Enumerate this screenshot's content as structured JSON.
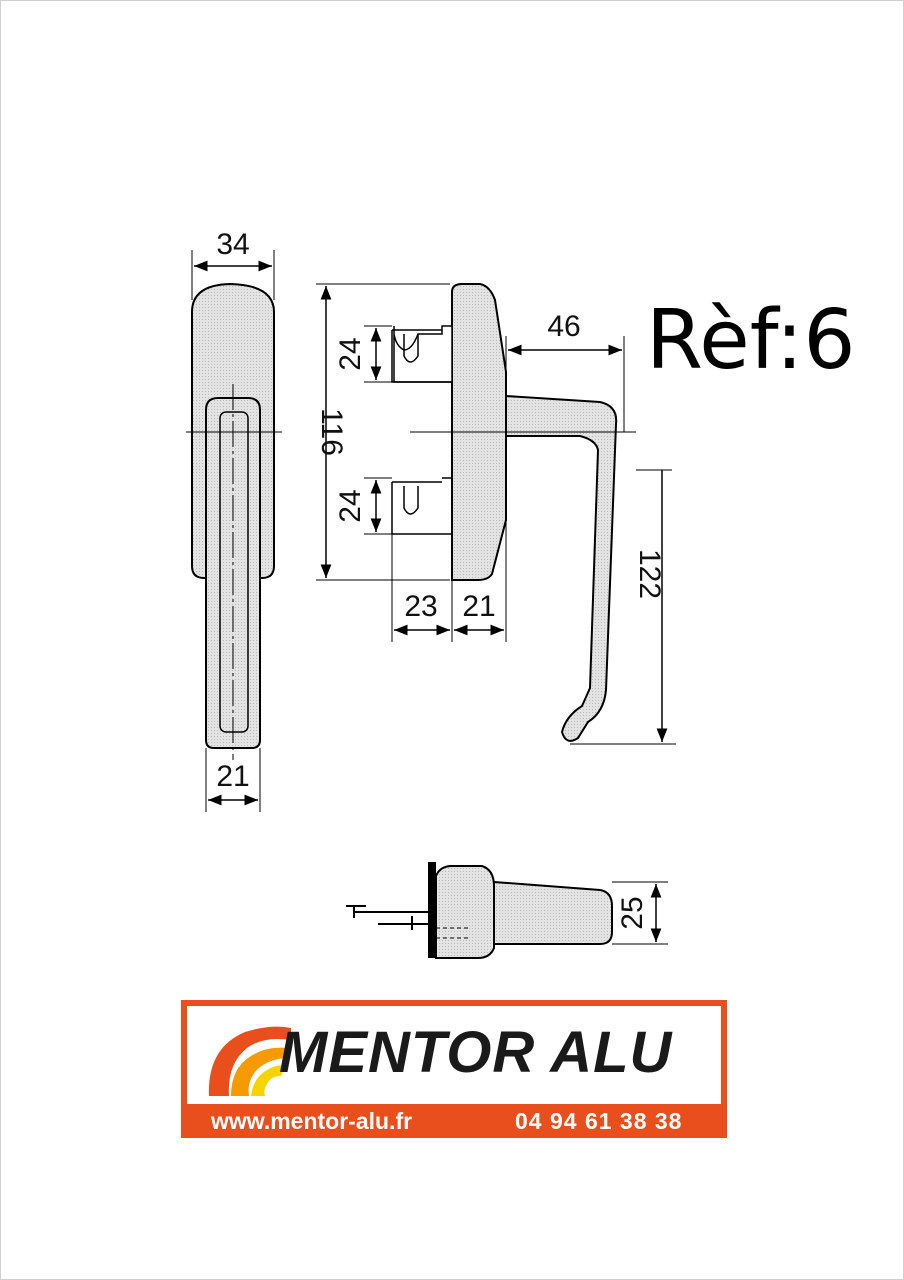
{
  "reference": {
    "label": "Rèf:6"
  },
  "dimensions": {
    "front_width_top": "34",
    "side_height": "116",
    "slot_upper": "24",
    "slot_lower": "24",
    "base_depth": "23",
    "plate_depth": "21",
    "lever_reach": "46",
    "lever_drop": "122",
    "front_width_bottom": "21",
    "bottom_thickness": "25"
  },
  "brand": {
    "name": "MENTOR ALU",
    "website": "www.mentor-alu.fr",
    "phone": "04 94 61 38 38",
    "colors": {
      "primary": "#e84f1c",
      "accent": "#f5d400",
      "text": "#1a1a1a"
    },
    "logo_icon": "swoosh-logo-icon"
  }
}
